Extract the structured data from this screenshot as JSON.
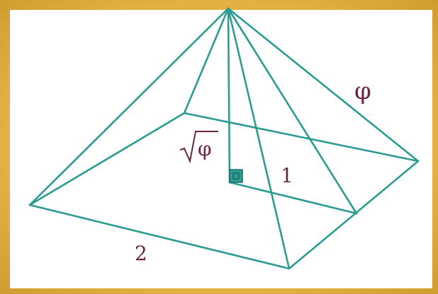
{
  "heading": "",
  "labels": {
    "phi": "φ",
    "sqrt_phi": "φ",
    "one": "1",
    "two": "2"
  },
  "colors": {
    "edge": "#2c9c93",
    "label": "#6b2447",
    "right_angle_marker": "#2c9c93"
  }
}
